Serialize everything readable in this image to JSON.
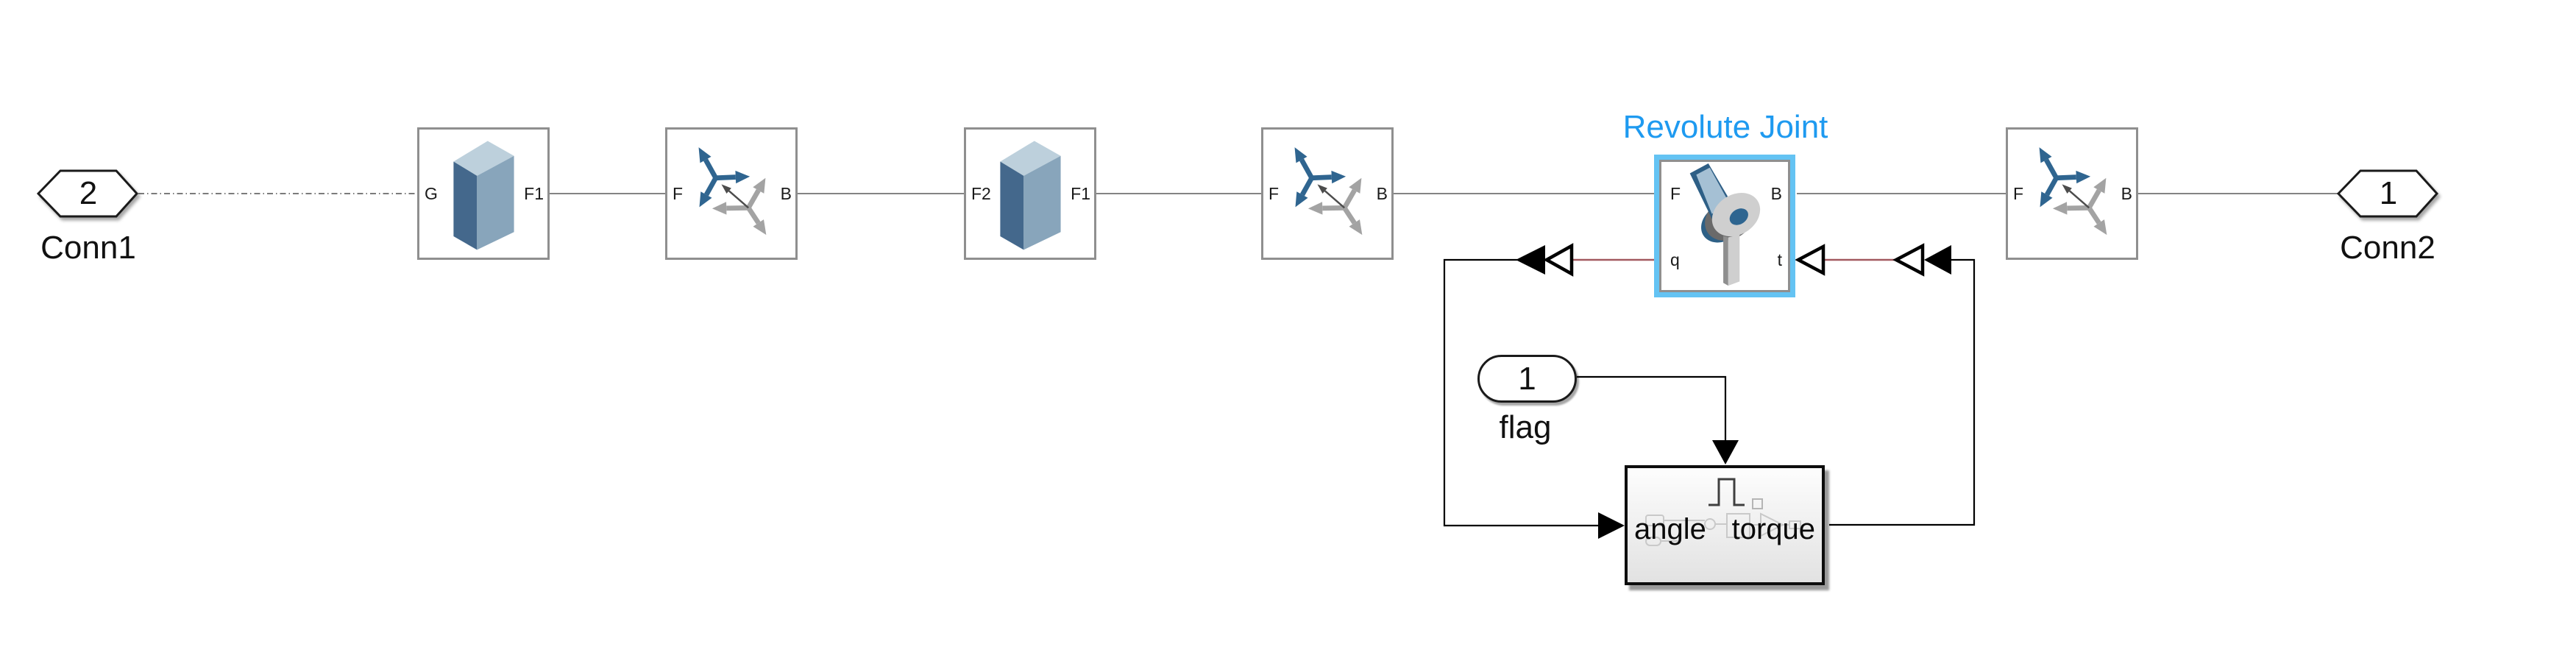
{
  "diagram": {
    "joint_title": "Revolute Joint",
    "connectors": {
      "conn1": {
        "number": "2",
        "label": "Conn1"
      },
      "conn2": {
        "number": "1",
        "label": "Conn2"
      }
    },
    "inport": {
      "number": "1",
      "label": "flag"
    },
    "blocks": {
      "solid1": {
        "port_left": "G",
        "port_right": "F1"
      },
      "transform1": {
        "port_left": "F",
        "port_right": "B"
      },
      "solid2": {
        "port_left": "F2",
        "port_right": "F1"
      },
      "transform2": {
        "port_left": "F",
        "port_right": "B"
      },
      "joint": {
        "port_f": "F",
        "port_b": "B",
        "port_q": "q",
        "port_t": "t"
      },
      "transform3": {
        "port_left": "F",
        "port_right": "B"
      },
      "subsystem": {
        "port_left": "angle",
        "port_right": "torque"
      }
    },
    "colors": {
      "selection_highlight": "#64c3f3",
      "selected_label_blue": "#1e9af0",
      "physical_line_gray": "#848484",
      "signal_line_black": "#000000",
      "physical_signal_red": "#a2595f",
      "brick_top": "#bdd0dc",
      "brick_left": "#44688c",
      "brick_right": "#88a5bb",
      "triad_blue": "#2f6590",
      "triad_gray": "#a3a3a3"
    }
  }
}
